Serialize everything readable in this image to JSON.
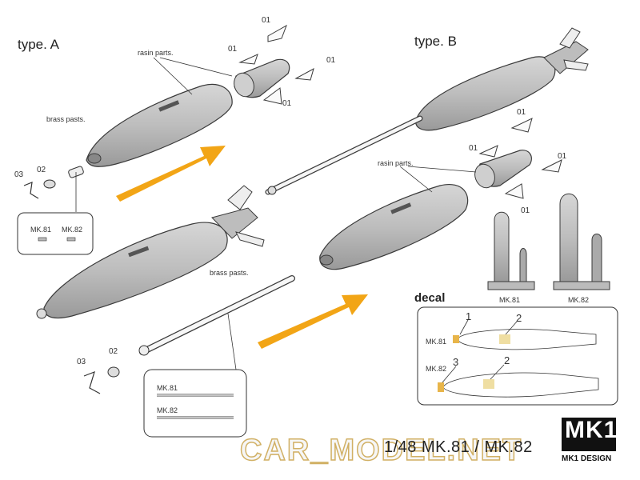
{
  "labels": {
    "type_a": "type. A",
    "type_b": "type. B",
    "rasin_parts": "rasin parts.",
    "brass_pasts": "brass pasts.",
    "part_01": "01",
    "part_02": "02",
    "part_03": "03",
    "mk81": "MK.81",
    "mk82": "MK.82",
    "decal": "decal",
    "decal_1": "1",
    "decal_2": "2",
    "decal_3": "3",
    "title": "1/48 MK.81 / MK.82",
    "watermark": "CAR_MODEL.NET",
    "logo_big": "MK1",
    "logo_small": "MK1 DESIGN"
  },
  "colors": {
    "bomb_body": "#bdbdbd",
    "bomb_outline": "#3a3a3a",
    "arrow": "#f2a516",
    "decal_yellow": "#e8b54a",
    "logo": "#111111"
  }
}
